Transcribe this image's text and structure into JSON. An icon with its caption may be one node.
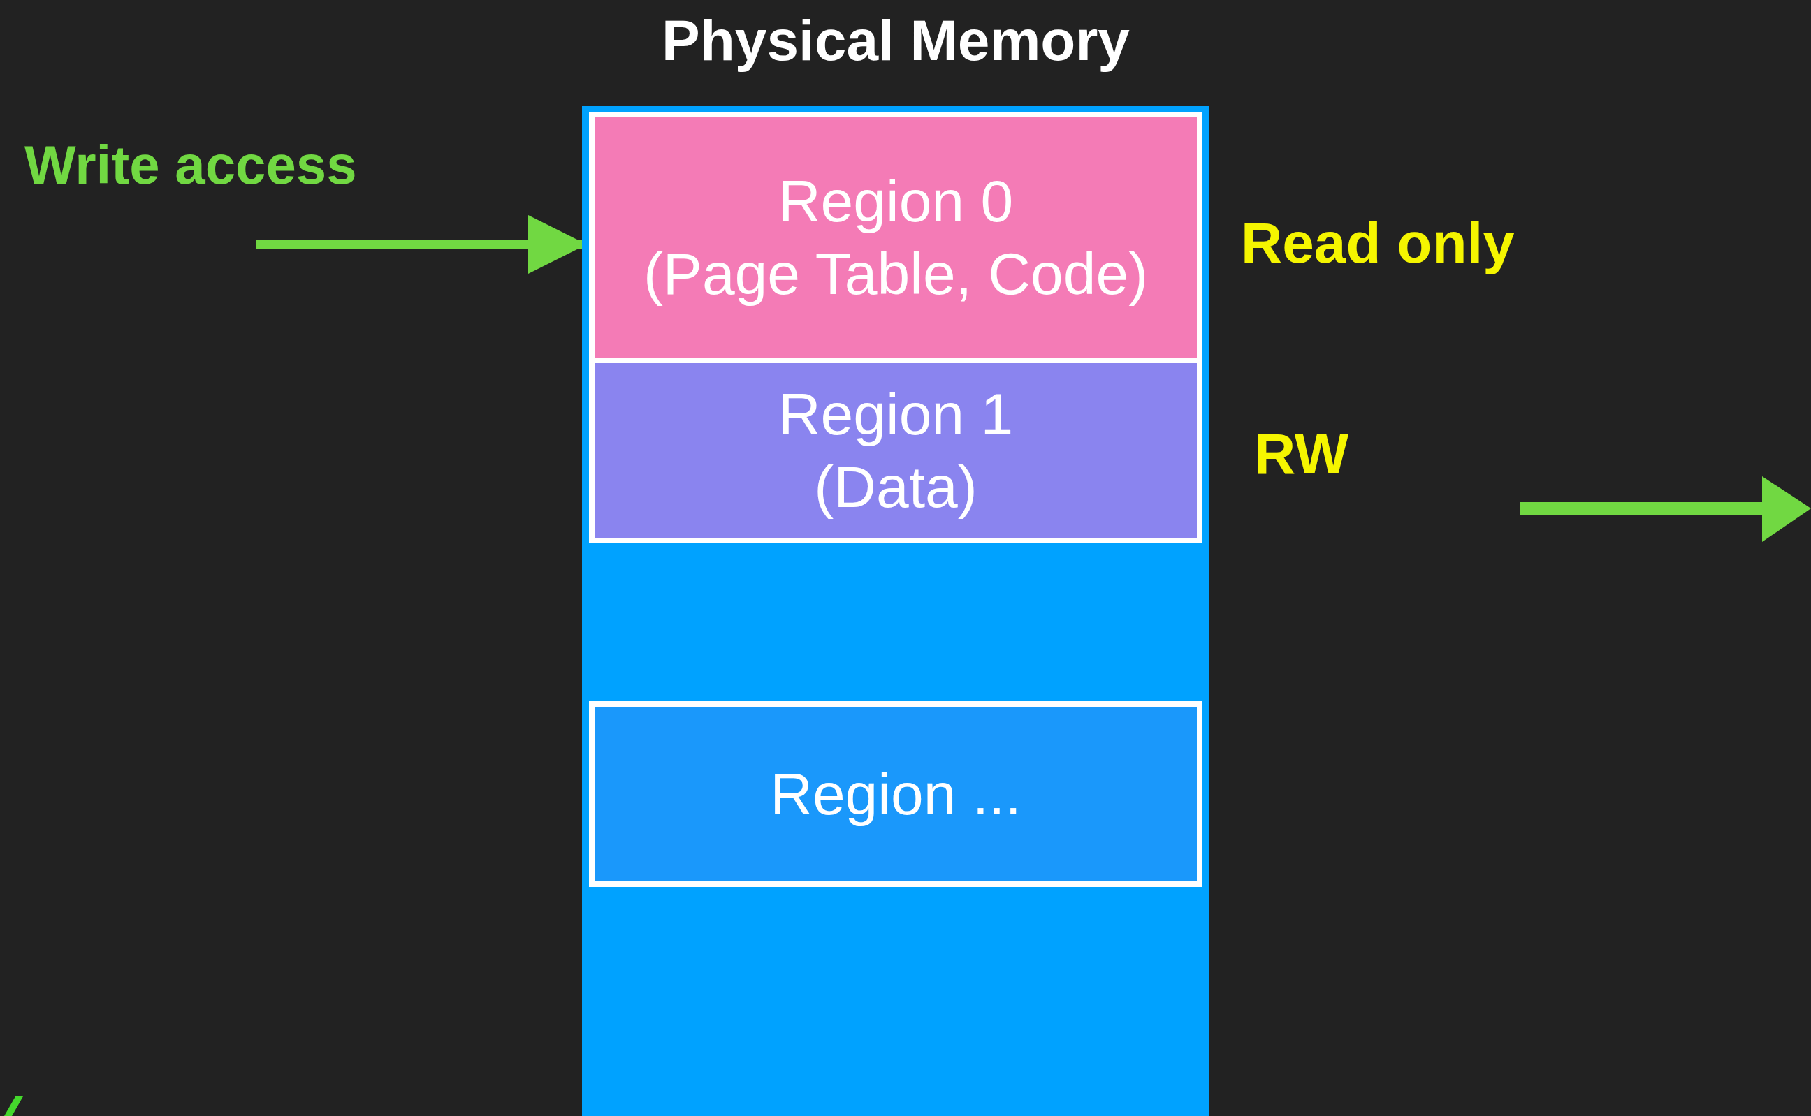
{
  "diagram": {
    "title": "Physical Memory",
    "nodes": [
      {
        "text": [],
        "shape": "bar"
      },
      {
        "text": [
          "Region 0",
          "(Page Table, Code)"
        ],
        "in": 0
      },
      {
        "text": [
          "Region 1",
          "(Data)"
        ],
        "in": 0
      },
      {
        "text": [
          "Region ..."
        ],
        "in": 0
      }
    ],
    "edges": [
      {
        "from": null,
        "to": 1,
        "arrow": "to"
      }
    ],
    "labels": [
      "Write access",
      "Read only",
      "RW"
    ]
  }
}
